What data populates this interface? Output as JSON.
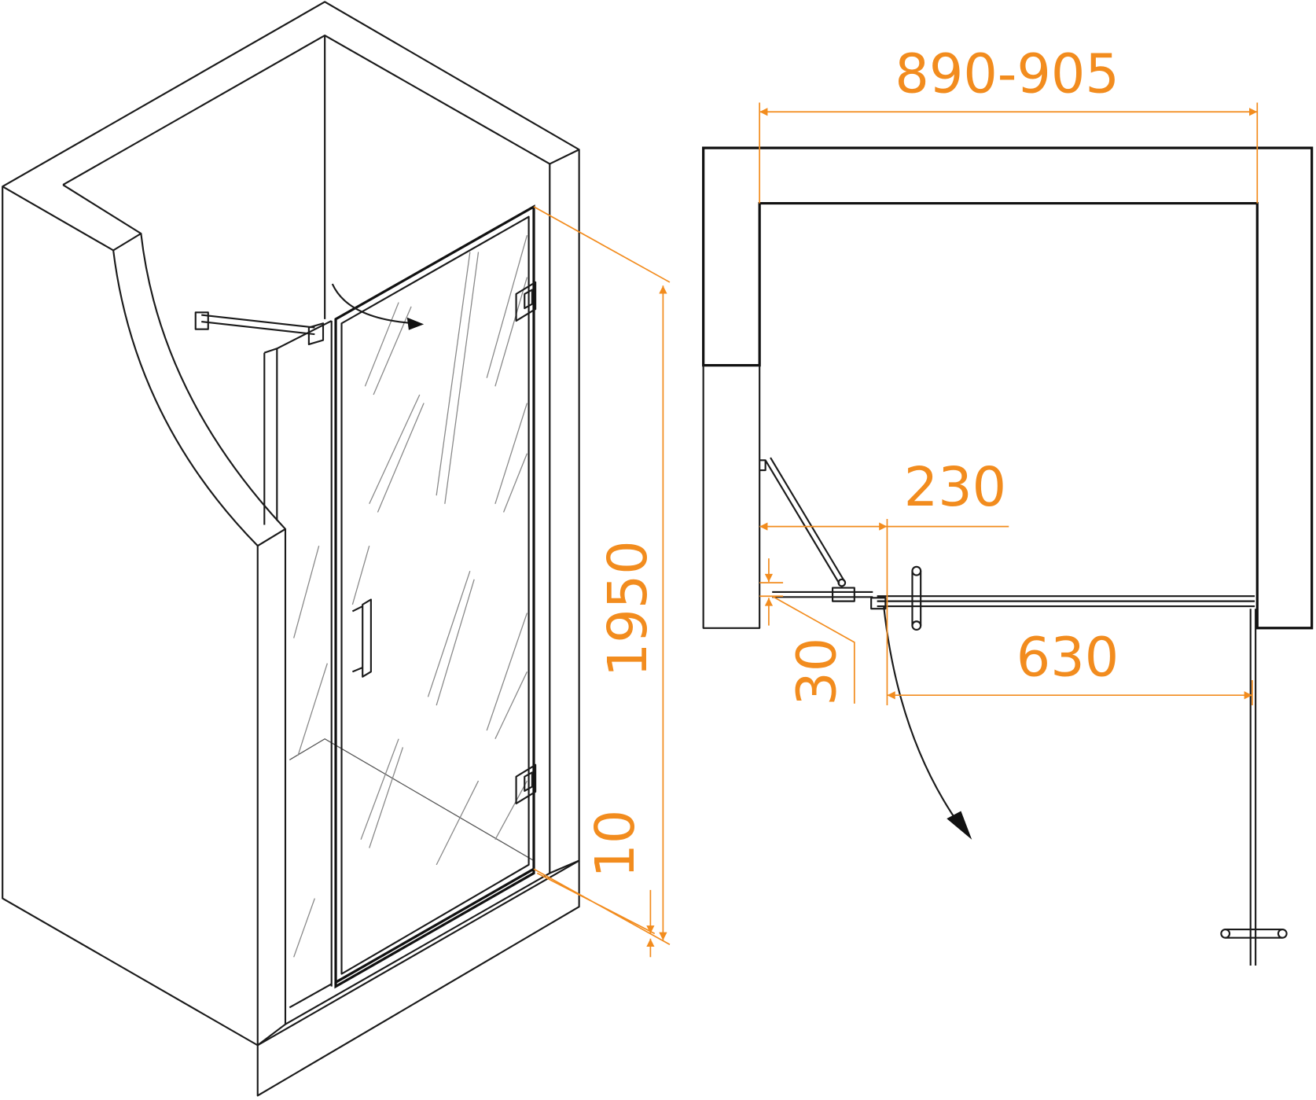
{
  "colors": {
    "dimension": "#F28C1E",
    "outline": "#1a1a1a"
  },
  "dimensions": {
    "width_range": "890-905",
    "fixed_panel": "230",
    "wall_offset": "30",
    "door_width": "630",
    "height": "1950",
    "threshold": "10"
  }
}
